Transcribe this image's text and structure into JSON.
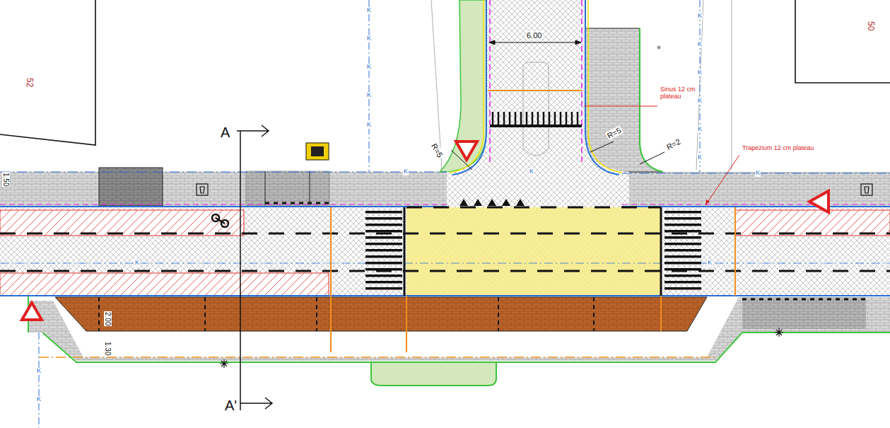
{
  "diagram": {
    "labels": [
      "50",
      "6.00",
      "52",
      "Sinus 12 cm plateau",
      "A",
      "R=5",
      "R=5",
      "R=2",
      "Trapezium 12 cm plateau",
      "1.50",
      "2.00",
      "1.30",
      "A'",
      "K",
      "K",
      "K",
      "K",
      "K",
      "K",
      "K",
      "K",
      "K",
      "K",
      "K",
      "K",
      "K",
      "K",
      "K",
      "K",
      "K",
      "K"
    ]
  }
}
